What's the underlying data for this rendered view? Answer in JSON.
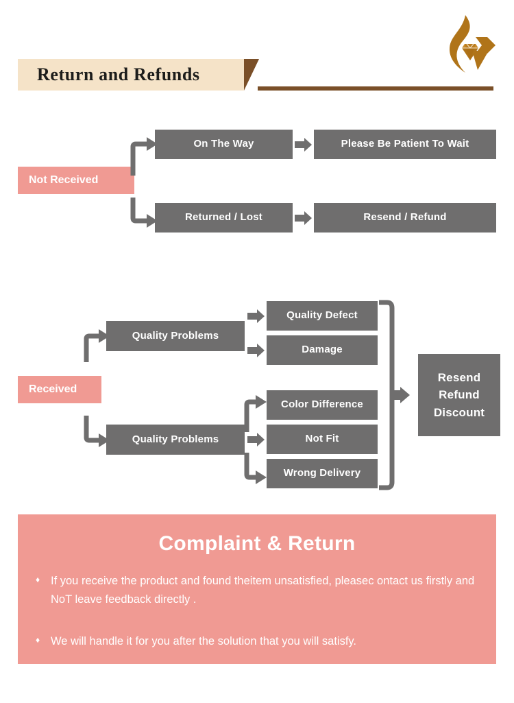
{
  "header": {
    "title": "Return and Refunds",
    "logo_icon": "flame-diamond-logo-icon",
    "plate_color": "#f5e3c8",
    "accent_color": "#7a4f28"
  },
  "theme": {
    "node_gray": "#6f6e6e",
    "highlight_pink": "#f09a93",
    "text_on_node": "#ffffff"
  },
  "flow_not_received": {
    "source_label": "Not Received",
    "branches": [
      {
        "stage": "On The Way",
        "outcome": "Please Be Patient To Wait"
      },
      {
        "stage": "Returned / Lost",
        "outcome": "Resend / Refund"
      }
    ]
  },
  "flow_received": {
    "source_label": "Received",
    "groups": [
      {
        "label": "Quality Problems",
        "items": [
          "Quality Defect",
          "Damage"
        ]
      },
      {
        "label": "Quality Problems",
        "items": [
          "Color Difference",
          "Not Fit",
          "Wrong Delivery"
        ]
      }
    ],
    "outcome_lines": [
      "Resend",
      "Refund",
      "Discount"
    ]
  },
  "complaint": {
    "title": "Complaint & Return",
    "bullet_glyph": "♦",
    "bullets": [
      "If you receive the product and found theitem unsatisfied, pleasec ontact us firstly and NoT leave feedback directly .",
      "We will handle it for you after the solution that you will satisfy."
    ]
  }
}
